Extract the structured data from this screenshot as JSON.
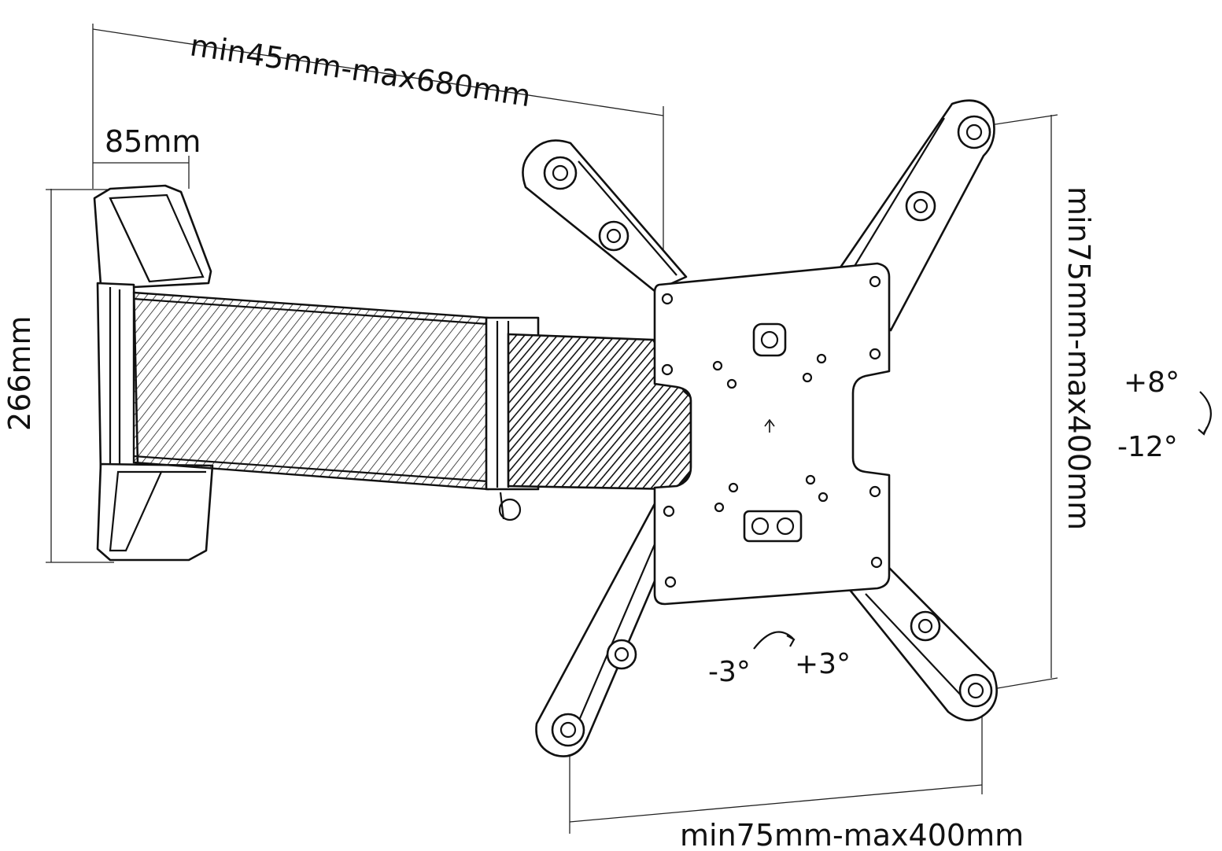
{
  "labels": {
    "arm_extension": "min45mm-max680mm",
    "wall_plate_depth": "85mm",
    "wall_plate_height": "266mm",
    "vesa_vertical": "min75mm-max400mm",
    "vesa_horizontal": "min75mm-max400mm",
    "tilt_up": "+8°",
    "tilt_down": "-12°",
    "rotate_left": "-3°",
    "rotate_right": "+3°"
  },
  "colors": {
    "line": "#111111",
    "background": "#ffffff"
  }
}
